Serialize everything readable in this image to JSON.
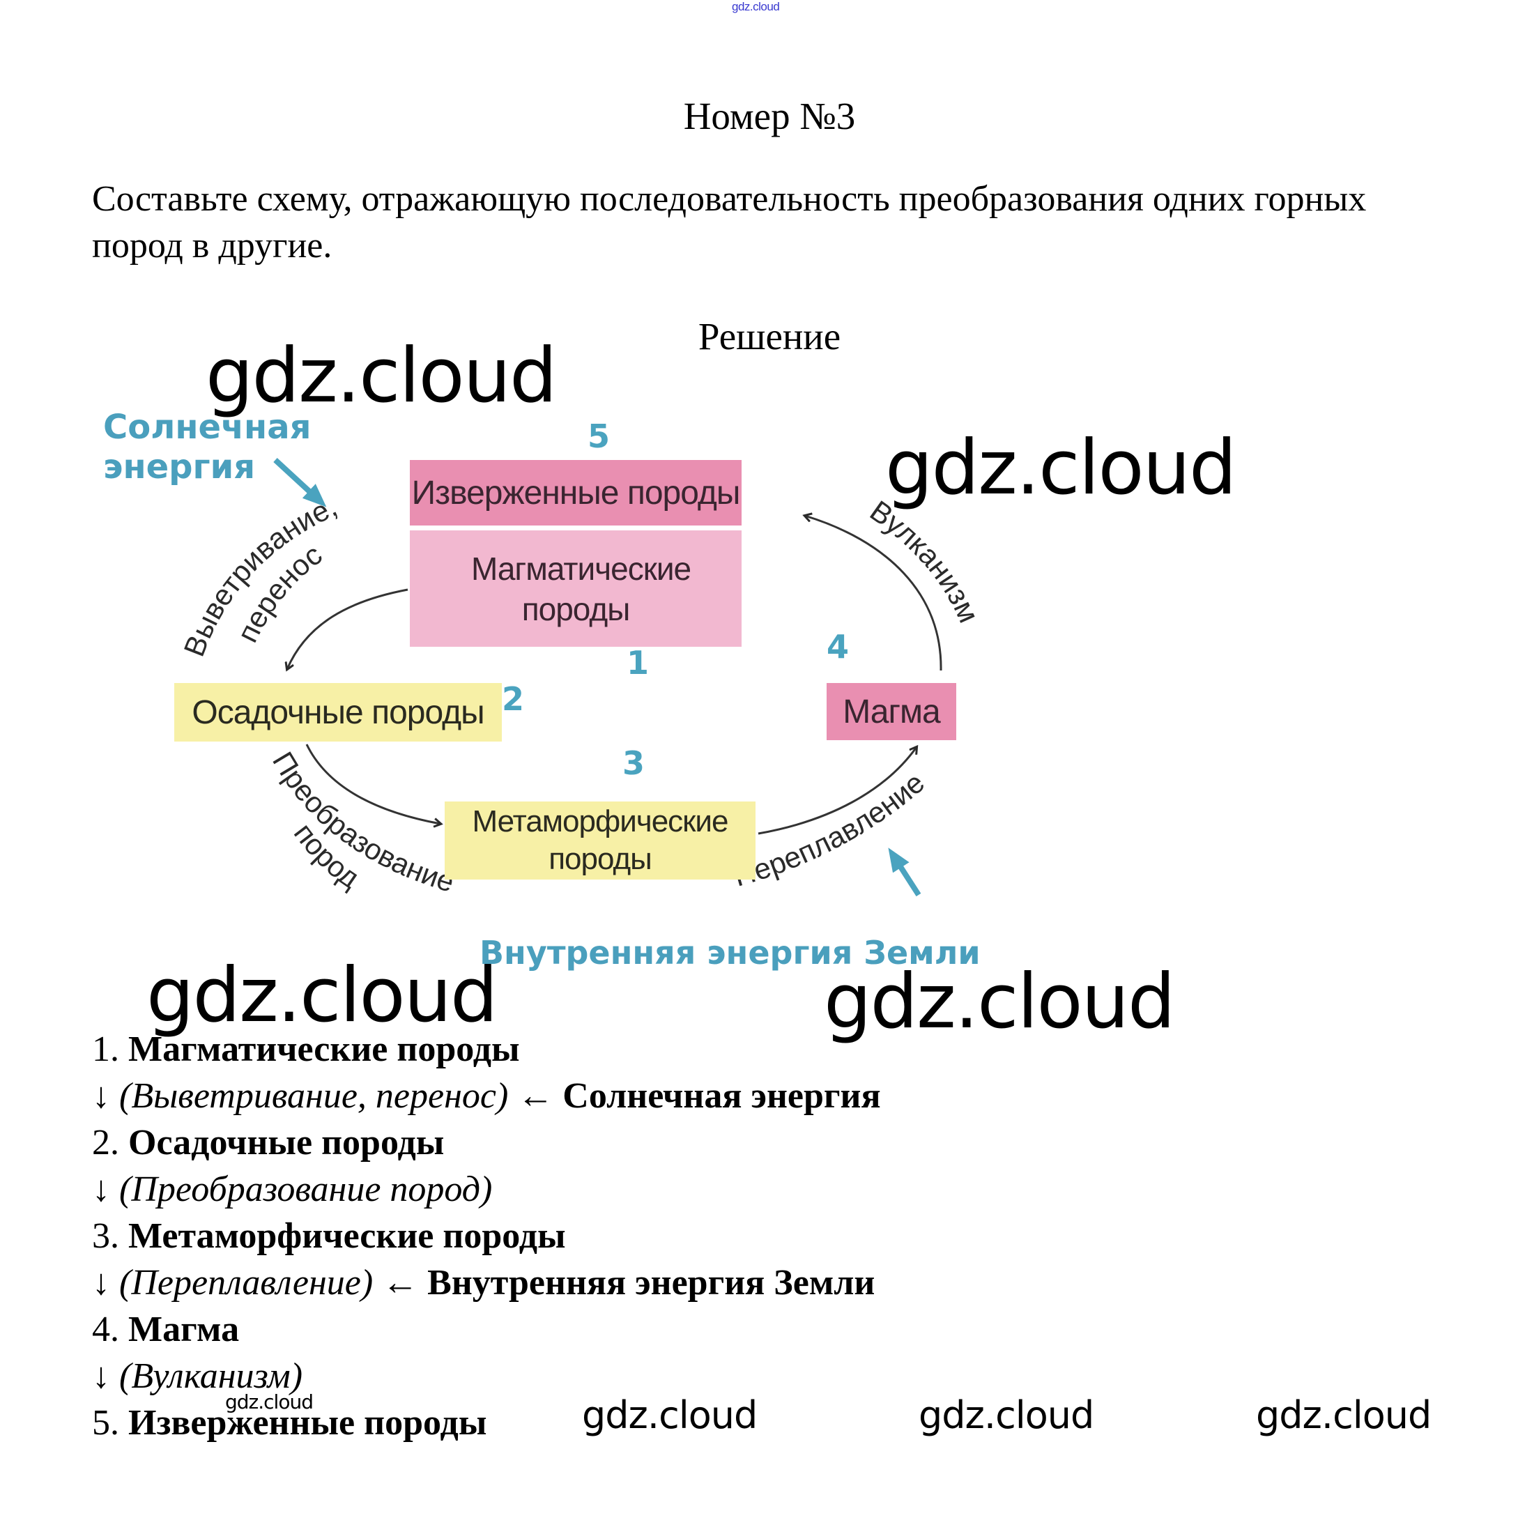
{
  "watermark": {
    "text": "gdz.cloud"
  },
  "header": {
    "title": "Номер №3"
  },
  "task": {
    "text": "Составьте схему, отражающую последовательность преобразования одних горных пород в другие."
  },
  "solution": {
    "heading": "Решение"
  },
  "diagram": {
    "boxes": {
      "igneous": "Изверженные породы",
      "magmatic": "Магматические породы",
      "sedimentary": "Осадочные породы",
      "metamorphic": "Метаморфические породы",
      "magma": "Магма"
    },
    "numbers": {
      "n1": "1",
      "n2": "2",
      "n3": "3",
      "n4": "4",
      "n5": "5"
    },
    "energy": {
      "solar_line1": "Солнечная",
      "solar_line2": "энергия",
      "internal": "Внутренняя энергия Земли"
    },
    "processes": {
      "weathering_line1": "Выветривание,",
      "weathering_line2": "перенос",
      "transformation_line1": "Преобразование",
      "transformation_line2": "пород",
      "remelting": "Переплавление",
      "volcanism": "Вулканизм"
    },
    "colors": {
      "igneous_box": "#e98fb1",
      "magmatic_box": "#f2b8d0",
      "yellow_box": "#f7f0a6",
      "accent_teal": "#4aa3bf"
    }
  },
  "list": [
    {
      "kind": "step",
      "num": "1.",
      "label": "Магматические породы"
    },
    {
      "kind": "process",
      "arrow": "↓",
      "process": "(Выветривание, перенос)",
      "source_arrow": "←",
      "source": "Солнечная энергия"
    },
    {
      "kind": "step",
      "num": "2.",
      "label": "Осадочные породы"
    },
    {
      "kind": "process",
      "arrow": "↓",
      "process": "(Преобразование пород)"
    },
    {
      "kind": "step",
      "num": "3.",
      "label": "Метаморфические породы"
    },
    {
      "kind": "process",
      "arrow": "↓",
      "process": "(Переплавление)",
      "source_arrow": "←",
      "source": "Внутренняя энергия Земли"
    },
    {
      "kind": "step",
      "num": "4.",
      "label": "Магма"
    },
    {
      "kind": "process",
      "arrow": "↓",
      "process": "(Вулканизм)"
    },
    {
      "kind": "step",
      "num": "5.",
      "label": "Изверженные породы"
    }
  ]
}
